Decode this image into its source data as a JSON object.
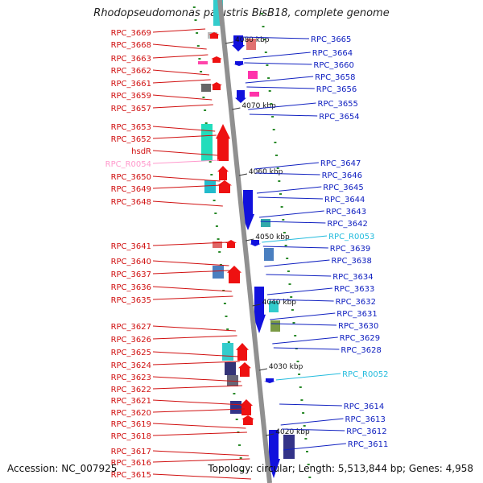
{
  "title": "Rhodopseudomonas palustris BisB18, complete genome",
  "footer": {
    "accession": "Accession: NC_007925",
    "topology": "Topology: circular; Length: 5,513,844 bp; Genes: 4,958"
  },
  "colors": {
    "left_label": "#d01010",
    "right_label": "#1020c0",
    "rna_left": "#ff99cc",
    "rna_right": "#22bbdd",
    "ruler": "#888888",
    "tick": "#2a8a2a"
  },
  "kbp_markers": [
    "4080 kbp",
    "4070 kbp",
    "4060 kbp",
    "4050 kbp",
    "4040 kbp",
    "4030 kbp",
    "4020 kbp"
  ],
  "left_genes": [
    "RPC_3669",
    "RPC_3668",
    "RPC_3663",
    "RPC_3662",
    "RPC_3661",
    "RPC_3659",
    "RPC_3657",
    "RPC_3653",
    "RPC_3652",
    "hsdR",
    "RPC_R0054",
    "RPC_3650",
    "RPC_3649",
    "RPC_3648",
    "RPC_3641",
    "RPC_3640",
    "RPC_3637",
    "RPC_3636",
    "RPC_3635",
    "RPC_3627",
    "RPC_3626",
    "RPC_3625",
    "RPC_3624",
    "RPC_3623",
    "RPC_3622",
    "RPC_3621",
    "RPC_3620",
    "RPC_3619",
    "RPC_3618",
    "RPC_3617",
    "RPC_3616",
    "RPC_3615"
  ],
  "right_genes": [
    "RPC_3665",
    "RPC_3664",
    "RPC_3660",
    "RPC_3658",
    "RPC_3656",
    "RPC_3655",
    "RPC_3654",
    "RPC_3647",
    "RPC_3646",
    "RPC_3645",
    "RPC_3644",
    "RPC_3643",
    "RPC_3642",
    "RPC_R0053",
    "RPC_3639",
    "RPC_3638",
    "RPC_3634",
    "RPC_3633",
    "RPC_3632",
    "RPC_3631",
    "RPC_3630",
    "RPC_3629",
    "RPC_3628",
    "RPC_R0052",
    "RPC_3614",
    "RPC_3613",
    "RPC_3612",
    "RPC_3611"
  ],
  "rna_genes": [
    "RPC_R0054",
    "RPC_R0053",
    "RPC_R0052"
  ]
}
